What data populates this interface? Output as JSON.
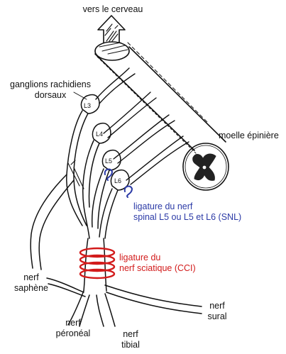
{
  "labels": {
    "brain": "vers le cerveau",
    "ganglia_line1": "ganglions rachidiens",
    "ganglia_line2": "dorsaux",
    "spinal_cord": "moelle épinière",
    "snl_line1": "ligature du nerf",
    "snl_line2": "spinal L5 ou L5 et L6 (SNL)",
    "cci_line1": "ligature du",
    "cci_line2": "nerf sciatique (CCI)",
    "saphenous_line1": "nerf",
    "saphenous_line2": "saphène",
    "sural_line1": "nerf",
    "sural_line2": "sural",
    "peroneal_line1": "nerf",
    "peroneal_line2": "péronéal",
    "tibial_line1": "nerf",
    "tibial_line2": "tibial"
  },
  "ganglia": [
    "L3",
    "L4",
    "L5",
    "L6"
  ],
  "colors": {
    "snl": "#2b3aa6",
    "cci": "#d21a1a",
    "ink": "#111111"
  }
}
